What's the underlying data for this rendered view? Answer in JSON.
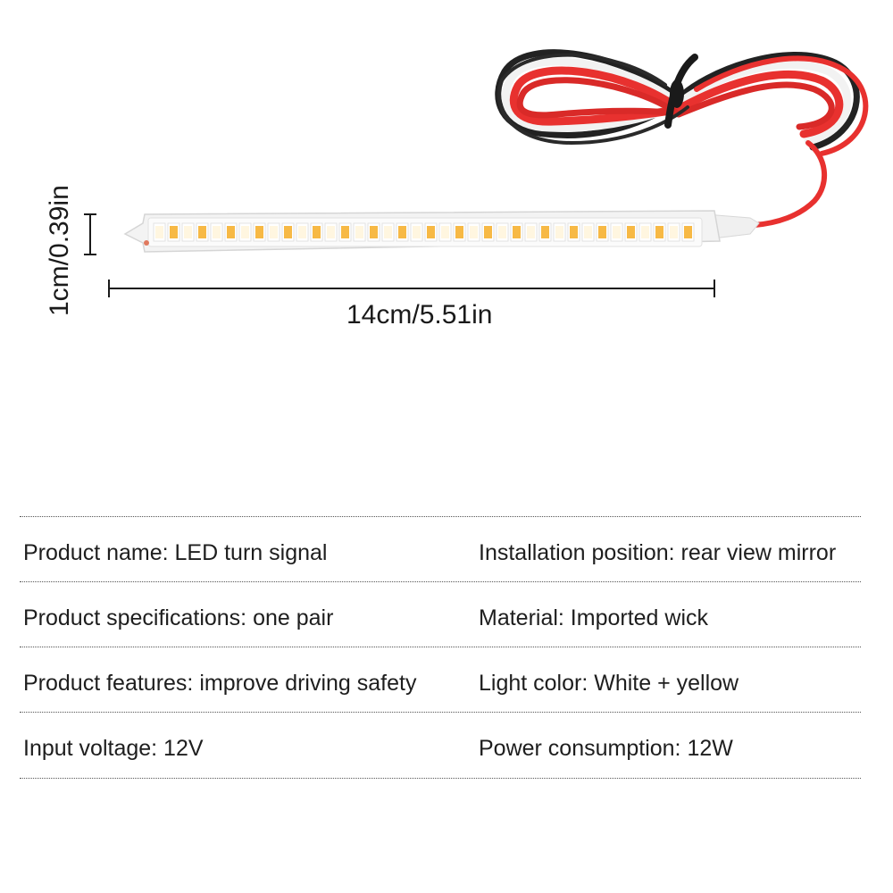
{
  "dimensions": {
    "length_label": "14cm/5.51in",
    "width_label": "1cm/0.39in"
  },
  "colors": {
    "wire_red": "#e8312f",
    "wire_white": "#f4f4f4",
    "wire_black": "#222222",
    "led_white": "#fff6e0",
    "led_yellow": "#f7b945",
    "strip_body": "#f3f3f3"
  },
  "specs": [
    {
      "left": "Product name: LED turn signal",
      "right": "Installation position: rear view mirror"
    },
    {
      "left": "Product specifications: one pair",
      "right": "Material: Imported wick"
    },
    {
      "left": "Product features: improve driving safety",
      "right": "Light color: White + yellow"
    },
    {
      "left": "Input voltage: 12V",
      "right": "Power consumption: 12W"
    }
  ]
}
